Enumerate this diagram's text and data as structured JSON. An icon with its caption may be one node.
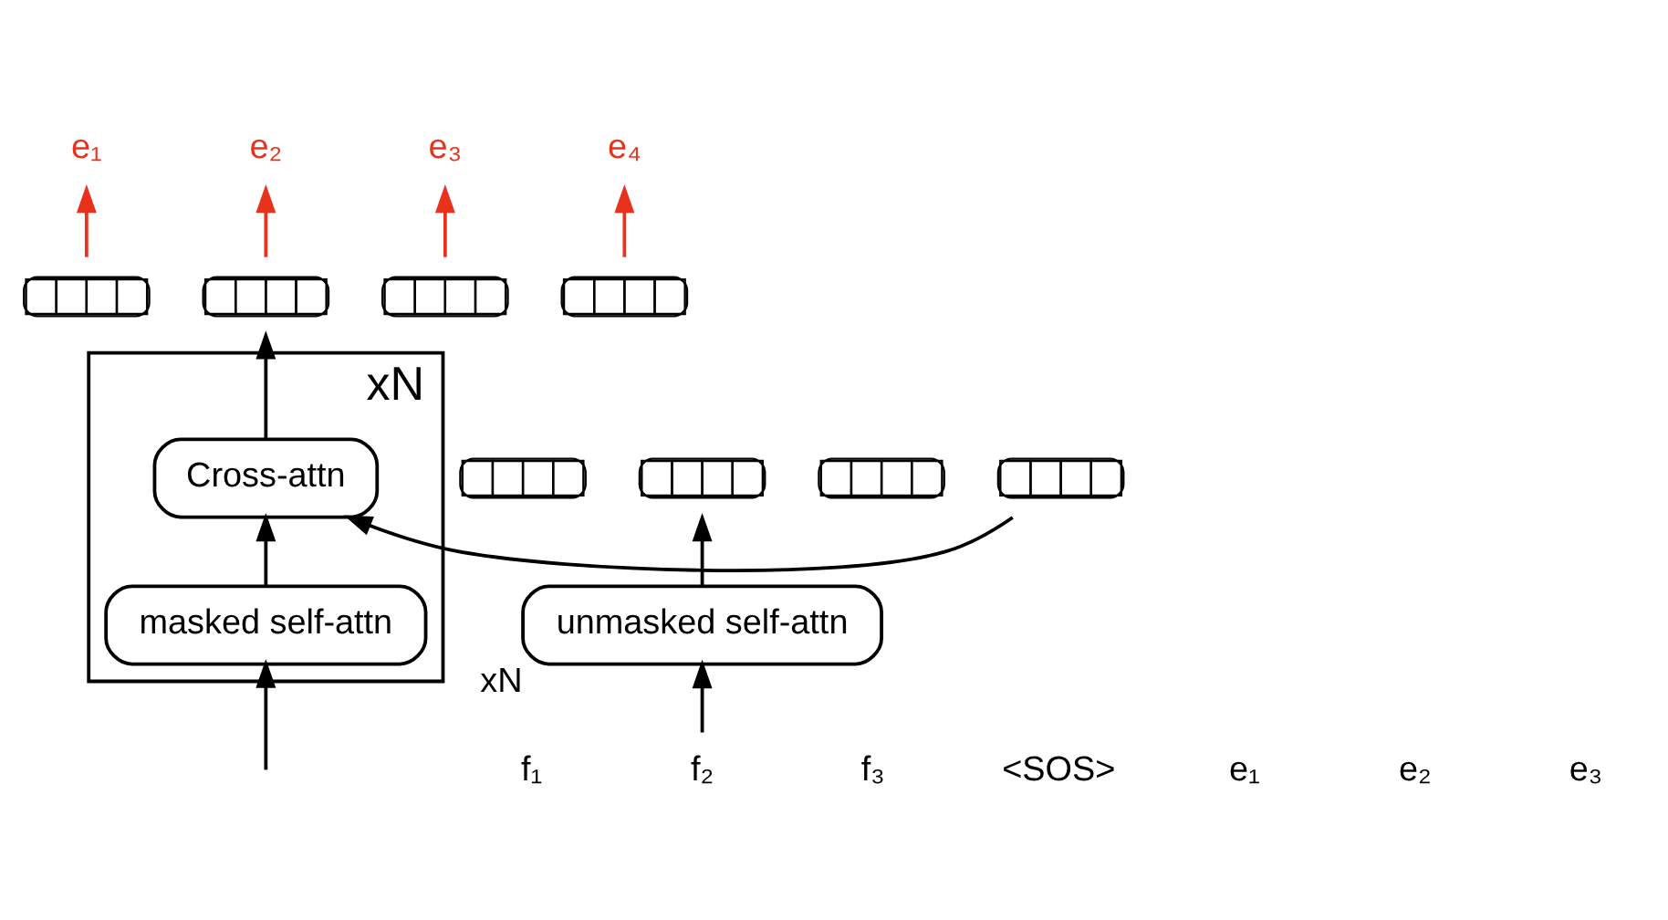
{
  "diagram": {
    "nodes": [
      {
        "text": [
          "e₁"
        ]
      },
      {
        "text": [
          "e₂"
        ]
      },
      {
        "text": [
          "e₃"
        ]
      },
      {
        "text": [
          "e₄"
        ]
      },
      {
        "text": [],
        "shape": "box"
      },
      {
        "text": [],
        "shape": "box"
      },
      {
        "text": [],
        "shape": "box"
      },
      {
        "text": [],
        "shape": "box"
      },
      {
        "text": [],
        "shape": "box"
      },
      {
        "text": [],
        "shape": "box"
      },
      {
        "text": [],
        "shape": "box"
      },
      {
        "text": [],
        "shape": "box"
      },
      {
        "text": [],
        "shape": "box",
        "beside": [
          "xN"
        ]
      },
      {
        "text": [
          "Cross-attn"
        ],
        "in": 12
      },
      {
        "text": [
          "masked self-attn"
        ],
        "in": 12
      },
      {
        "text": [
          "unmasked self-attn"
        ],
        "beside": [
          "xN"
        ]
      },
      {
        "text": [
          "f₁"
        ]
      },
      {
        "text": [
          "f₂"
        ]
      },
      {
        "text": [
          "f₃"
        ]
      },
      {
        "text": [
          "<SOS>"
        ]
      },
      {
        "text": [
          "e₁"
        ]
      },
      {
        "text": [
          "e₂"
        ]
      },
      {
        "text": [
          "e₃"
        ]
      }
    ],
    "edges": [
      {
        "from": 4,
        "to": 0,
        "arrow": "to",
        "color": "#e8321e"
      },
      {
        "from": 5,
        "to": 1,
        "arrow": "to",
        "color": "#e8321e"
      },
      {
        "from": 6,
        "to": 2,
        "arrow": "to",
        "color": "#e8321e"
      },
      {
        "from": 7,
        "to": 3,
        "arrow": "to",
        "color": "#e8321e"
      },
      {
        "from": 13,
        "to": 5,
        "arrow": "to"
      },
      {
        "from": 11,
        "to": 13,
        "arrow": "to"
      },
      {
        "from": 14,
        "to": 13,
        "arrow": "to"
      },
      {
        "from": null,
        "to": 14,
        "arrow": "to"
      },
      {
        "from": 15,
        "to": 9,
        "arrow": "to"
      },
      {
        "from": 17,
        "to": 15,
        "arrow": "to"
      }
    ]
  }
}
